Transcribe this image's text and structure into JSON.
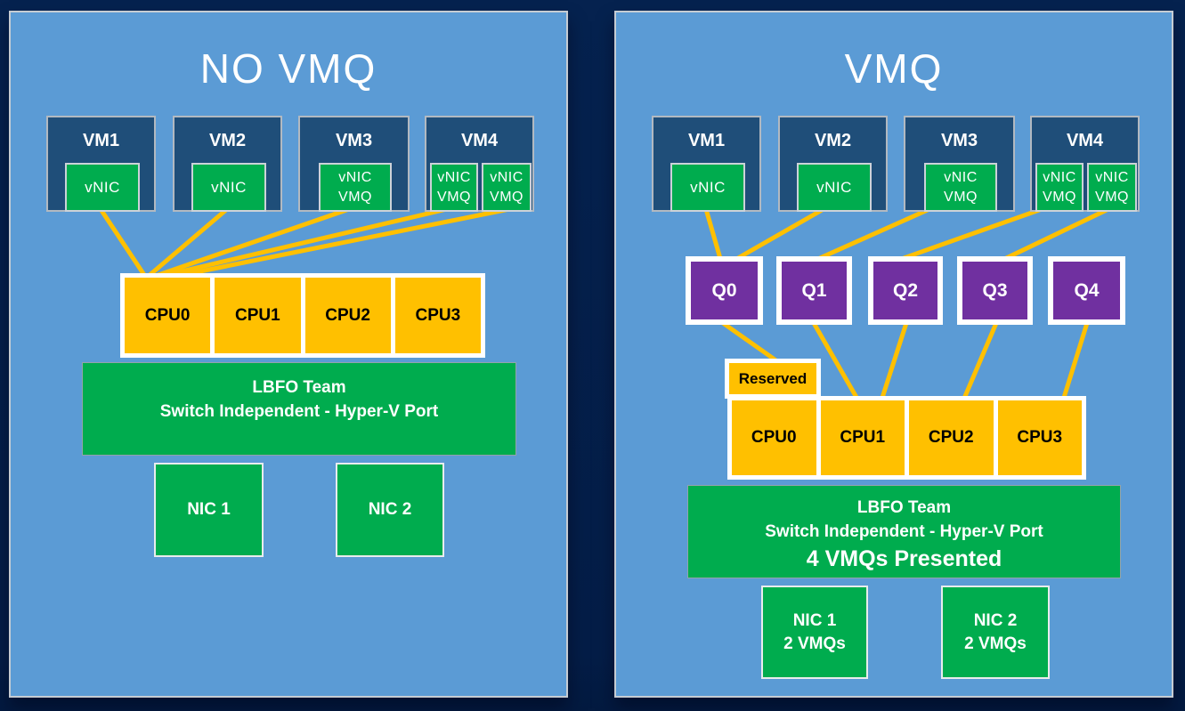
{
  "colors": {
    "background_navy": "#05224f",
    "panel_blue": "#5b9bd5",
    "vm_navy": "#1f4e79",
    "green": "#00ac4e",
    "amber": "#ffc000",
    "purple": "#7030a0",
    "connector_line": "#ffc000"
  },
  "left": {
    "title": "NO VMQ",
    "vms": [
      {
        "label": "VM1",
        "vnics": [
          {
            "lines": [
              "vNIC"
            ]
          }
        ]
      },
      {
        "label": "VM2",
        "vnics": [
          {
            "lines": [
              "vNIC"
            ]
          }
        ]
      },
      {
        "label": "VM3",
        "vnics": [
          {
            "lines": [
              "vNIC",
              "VMQ"
            ]
          }
        ]
      },
      {
        "label": "VM4",
        "vnics": [
          {
            "lines": [
              "vNIC",
              "VMQ"
            ]
          },
          {
            "lines": [
              "vNIC",
              "VMQ"
            ]
          }
        ]
      }
    ],
    "cpus": [
      "CPU0",
      "CPU1",
      "CPU2",
      "CPU3"
    ],
    "lbfo": {
      "line1": "LBFO Team",
      "line2": "Switch Independent - Hyper-V Port"
    },
    "nics": [
      {
        "lines": [
          "NIC 1"
        ]
      },
      {
        "lines": [
          "NIC 2"
        ]
      }
    ]
  },
  "right": {
    "title": "VMQ",
    "vms": [
      {
        "label": "VM1",
        "vnics": [
          {
            "lines": [
              "vNIC"
            ]
          }
        ]
      },
      {
        "label": "VM2",
        "vnics": [
          {
            "lines": [
              "vNIC"
            ]
          }
        ]
      },
      {
        "label": "VM3",
        "vnics": [
          {
            "lines": [
              "vNIC",
              "VMQ"
            ]
          }
        ]
      },
      {
        "label": "VM4",
        "vnics": [
          {
            "lines": [
              "vNIC",
              "VMQ"
            ]
          },
          {
            "lines": [
              "vNIC",
              "VMQ"
            ]
          }
        ]
      }
    ],
    "queues": [
      "Q0",
      "Q1",
      "Q2",
      "Q3",
      "Q4"
    ],
    "reserved_label": "Reserved",
    "cpus": [
      "CPU0",
      "CPU1",
      "CPU2",
      "CPU3"
    ],
    "lbfo": {
      "line1": "LBFO Team",
      "line2": "Switch Independent - Hyper-V Port",
      "line3": "4 VMQs Presented"
    },
    "nics": [
      {
        "lines": [
          "NIC 1",
          "2 VMQs"
        ]
      },
      {
        "lines": [
          "NIC 2",
          "2 VMQs"
        ]
      }
    ]
  }
}
